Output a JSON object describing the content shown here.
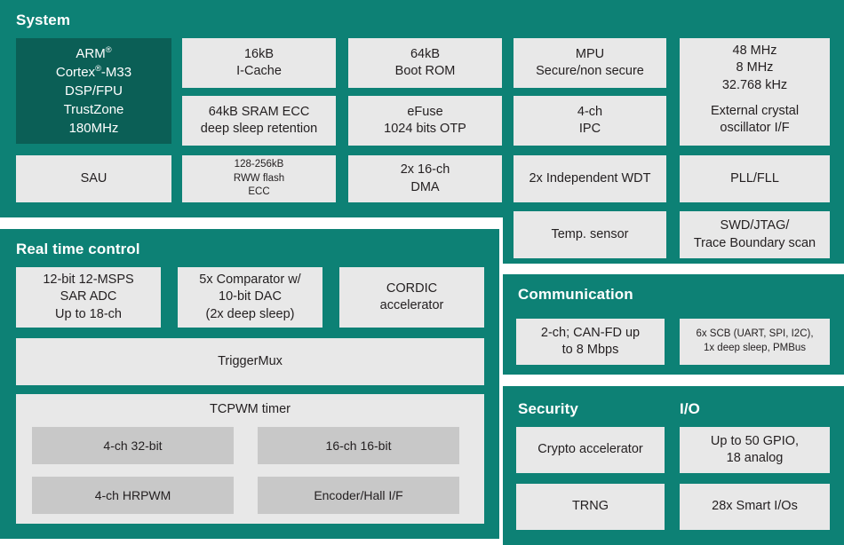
{
  "colors": {
    "panel_teal": "#0d8175",
    "core_dark_teal": "#0b5f56",
    "block_gray": "#e8e8e8",
    "sub_block_gray": "#c8c8c8",
    "text_dark": "#231f20",
    "text_light": "#ffffff",
    "page_background": "#ffffff"
  },
  "panels": {
    "system": {
      "title": "System",
      "core": {
        "line1_pre": "ARM",
        "line1_sup": "®",
        "line2_pre": "Cortex",
        "line2_sup": "®",
        "line2_post": "-M33",
        "line3": "DSP/FPU",
        "line4": "TrustZone",
        "line5": "180MHz"
      },
      "blocks": [
        {
          "id": "i-cache",
          "lines": [
            "16kB",
            "I-Cache"
          ]
        },
        {
          "id": "sram",
          "lines": [
            "64kB SRAM ECC",
            "deep sleep retention"
          ]
        },
        {
          "id": "boot-rom",
          "lines": [
            "64kB",
            "Boot ROM"
          ]
        },
        {
          "id": "efuse",
          "lines": [
            "eFuse",
            "1024 bits OTP"
          ]
        },
        {
          "id": "mpu",
          "lines": [
            "MPU",
            "Secure/non secure"
          ]
        },
        {
          "id": "ipc",
          "lines": [
            "4-ch",
            "IPC"
          ]
        },
        {
          "id": "clocks",
          "lines": [
            "48 MHz",
            "8 MHz",
            "32.768 kHz"
          ]
        },
        {
          "id": "xtal-osc",
          "lines": [
            "External crystal",
            "oscillator I/F"
          ]
        },
        {
          "id": "sau",
          "lines": [
            "SAU"
          ]
        },
        {
          "id": "rww-flash",
          "lines": [
            "128-256kB",
            "RWW flash",
            "ECC"
          ]
        },
        {
          "id": "dma",
          "lines": [
            "2x 16-ch",
            "DMA"
          ]
        },
        {
          "id": "wdt",
          "lines": [
            "2x Independent WDT"
          ]
        },
        {
          "id": "pll-fll",
          "lines": [
            "PLL/FLL"
          ]
        },
        {
          "id": "temp-sensor",
          "lines": [
            "Temp. sensor"
          ]
        },
        {
          "id": "swd-jtag",
          "lines": [
            "SWD/JTAG/",
            "Trace Boundary scan"
          ]
        }
      ]
    },
    "real_time_control": {
      "title": "Real time control",
      "blocks": [
        {
          "id": "sar-adc",
          "lines": [
            "12-bit 12-MSPS",
            "SAR ADC",
            "Up to 18-ch"
          ]
        },
        {
          "id": "comparator",
          "lines": [
            "5x Comparator w/",
            "10-bit DAC",
            "(2x deep sleep)"
          ]
        },
        {
          "id": "cordic",
          "lines": [
            "CORDIC",
            "accelerator"
          ]
        },
        {
          "id": "triggermux",
          "lines": [
            "TriggerMux"
          ]
        }
      ],
      "tcpwm": {
        "label": "TCPWM timer",
        "sub_blocks": [
          {
            "id": "tcpwm-4ch-32bit",
            "label": "4-ch 32-bit"
          },
          {
            "id": "tcpwm-16ch-16bit",
            "label": "16-ch 16-bit"
          },
          {
            "id": "tcpwm-4ch-hrpwm",
            "label": "4-ch HRPWM"
          },
          {
            "id": "tcpwm-encoder",
            "label": "Encoder/Hall I/F"
          }
        ]
      }
    },
    "communication": {
      "title": "Communication",
      "blocks": [
        {
          "id": "can-fd",
          "lines": [
            "2-ch; CAN-FD up",
            "to 8 Mbps"
          ]
        },
        {
          "id": "scb",
          "lines": [
            "6x SCB (UART, SPI, I2C),",
            "1x deep sleep, PMBus"
          ]
        }
      ]
    },
    "security": {
      "title": "Security",
      "blocks": [
        {
          "id": "crypto",
          "lines": [
            "Crypto accelerator"
          ]
        },
        {
          "id": "trng",
          "lines": [
            "TRNG"
          ]
        }
      ]
    },
    "io": {
      "title": "I/O",
      "blocks": [
        {
          "id": "gpio",
          "lines": [
            "Up to 50 GPIO,",
            "18 analog"
          ]
        },
        {
          "id": "smart-ios",
          "lines": [
            "28x Smart I/Os"
          ]
        }
      ]
    }
  }
}
